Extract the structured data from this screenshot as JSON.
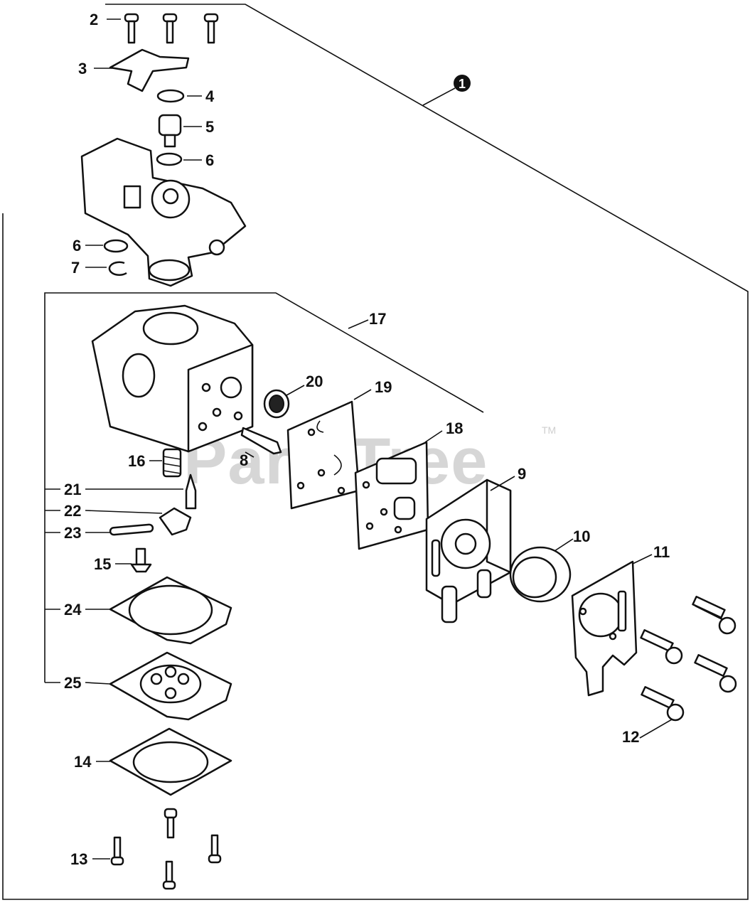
{
  "diagram": {
    "assembly_number": "1",
    "watermark": "PartsTree",
    "trademark": "TM",
    "callouts": [
      "2",
      "3",
      "4",
      "5",
      "6",
      "6",
      "7",
      "17",
      "20",
      "19",
      "18",
      "8",
      "16",
      "21",
      "22",
      "23",
      "15",
      "9",
      "10",
      "11",
      "24",
      "25",
      "14",
      "12",
      "13"
    ]
  },
  "colors": {
    "ink": "#111111",
    "watermark": "#cfcfcf",
    "background": "#ffffff"
  }
}
